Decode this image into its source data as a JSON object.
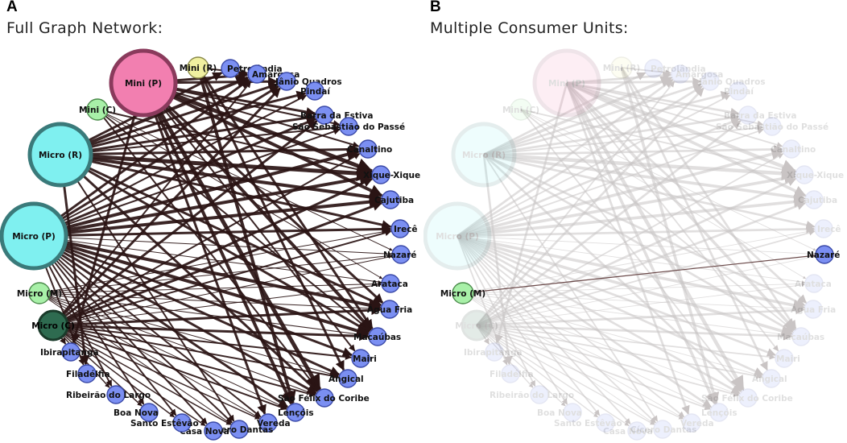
{
  "panels": [
    {
      "letter": "A",
      "title": "Full Graph Network:"
    },
    {
      "letter": "B",
      "title": "Multiple Consumer Units:"
    }
  ],
  "colors": {
    "edge_full": "#2a1414",
    "edge_faded": "#c9c4c4",
    "edge_highlight": "#6b4a4a",
    "municipality_fill": "#7b8ff2",
    "municipality_stroke": "#3b4aa8"
  },
  "nodes": [
    {
      "id": "mini_p",
      "label": "Mini (P)",
      "fill": "#f27fb0",
      "stroke": "#8a3a5c",
      "size": "xl"
    },
    {
      "id": "mini_r",
      "label": "Mini (R)",
      "fill": "#f0f0a0",
      "stroke": "#8a8a4a",
      "size": "sm"
    },
    {
      "id": "mini_c",
      "label": "Mini (C)",
      "fill": "#a8f0a8",
      "stroke": "#4a8a4a",
      "size": "sm"
    },
    {
      "id": "micro_r",
      "label": "Micro (R)",
      "fill": "#7ff0f0",
      "stroke": "#3a7a7a",
      "size": "lg"
    },
    {
      "id": "micro_p",
      "label": "Micro (P)",
      "fill": "#7ff0f0",
      "stroke": "#3a7a7a",
      "size": "xl"
    },
    {
      "id": "micro_m",
      "label": "Micro (M)",
      "fill": "#a8f0a8",
      "stroke": "#4a8a4a",
      "size": "sm"
    },
    {
      "id": "micro_c",
      "label": "Micro (C)",
      "fill": "#2e6b50",
      "stroke": "#1a3a2a",
      "size": "md"
    },
    {
      "id": "rolandia",
      "label": "Petrolândia",
      "fill": "#7b8ff2",
      "stroke": "#3b4aa8",
      "size": "xs"
    },
    {
      "id": "amargosa",
      "label": "Amargosa",
      "fill": "#7b8ff2",
      "stroke": "#3b4aa8",
      "size": "xs"
    },
    {
      "id": "jq",
      "label": "Jânio Quadros",
      "fill": "#7b8ff2",
      "stroke": "#3b4aa8",
      "size": "xs"
    },
    {
      "id": "pindai",
      "label": "Pindaí",
      "fill": "#7b8ff2",
      "stroke": "#3b4aa8",
      "size": "xs"
    },
    {
      "id": "estiva",
      "label": "Barra da Estiva",
      "fill": "#7b8ff2",
      "stroke": "#3b4aa8",
      "size": "xs"
    },
    {
      "id": "passe",
      "label": "São Sebastião do Passé",
      "fill": "#7b8ff2",
      "stroke": "#3b4aa8",
      "size": "xs"
    },
    {
      "id": "canaltino",
      "label": "Canaltino",
      "fill": "#7b8ff2",
      "stroke": "#3b4aa8",
      "size": "xs"
    },
    {
      "id": "xique",
      "label": "Xique-Xique",
      "fill": "#7b8ff2",
      "stroke": "#3b4aa8",
      "size": "xs"
    },
    {
      "id": "cajutiba",
      "label": "Cajutiba",
      "fill": "#7b8ff2",
      "stroke": "#3b4aa8",
      "size": "xs"
    },
    {
      "id": "irece",
      "label": "Irecê",
      "fill": "#7b8ff2",
      "stroke": "#3b4aa8",
      "size": "xs"
    },
    {
      "id": "nazare",
      "label": "Nazaré",
      "fill": "#7b8ff2",
      "stroke": "#3b4aa8",
      "size": "xs"
    },
    {
      "id": "aratuca",
      "label": "Arataca",
      "fill": "#7b8ff2",
      "stroke": "#3b4aa8",
      "size": "xs"
    },
    {
      "id": "aguafria",
      "label": "Água Fria",
      "fill": "#7b8ff2",
      "stroke": "#3b4aa8",
      "size": "xs"
    },
    {
      "id": "macaubas",
      "label": "Macaúbas",
      "fill": "#7b8ff2",
      "stroke": "#3b4aa8",
      "size": "xs"
    },
    {
      "id": "mairi",
      "label": "Mairi",
      "fill": "#7b8ff2",
      "stroke": "#3b4aa8",
      "size": "xs"
    },
    {
      "id": "angical",
      "label": "Angical",
      "fill": "#7b8ff2",
      "stroke": "#3b4aa8",
      "size": "xs"
    },
    {
      "id": "coribe",
      "label": "São Félix do Coribe",
      "fill": "#7b8ff2",
      "stroke": "#3b4aa8",
      "size": "xs"
    },
    {
      "id": "lencois",
      "label": "Lençóis",
      "fill": "#7b8ff2",
      "stroke": "#3b4aa8",
      "size": "xs"
    },
    {
      "id": "vereda",
      "label": "Vereda",
      "fill": "#7b8ff2",
      "stroke": "#3b4aa8",
      "size": "xs"
    },
    {
      "id": "dantas",
      "label": "Cícero Dantas",
      "fill": "#7b8ff2",
      "stroke": "#3b4aa8",
      "size": "xs"
    },
    {
      "id": "casanova",
      "label": "Casa Nova",
      "fill": "#7b8ff2",
      "stroke": "#3b4aa8",
      "size": "xs"
    },
    {
      "id": "estevao",
      "label": "Santo Estêvão",
      "fill": "#7b8ff2",
      "stroke": "#3b4aa8",
      "size": "xs"
    },
    {
      "id": "boanova",
      "label": "Boa Nova",
      "fill": "#7b8ff2",
      "stroke": "#3b4aa8",
      "size": "xs"
    },
    {
      "id": "largo",
      "label": "Ribeirão do Largo",
      "fill": "#7b8ff2",
      "stroke": "#3b4aa8",
      "size": "xs"
    },
    {
      "id": "filadelfia",
      "label": "Filadélfia",
      "fill": "#7b8ff2",
      "stroke": "#3b4aa8",
      "size": "xs"
    },
    {
      "id": "ibirapita",
      "label": "Ibirapitanga",
      "fill": "#7b8ff2",
      "stroke": "#3b4aa8",
      "size": "xs"
    }
  ],
  "highlight": {
    "sources": [
      "micro_m"
    ],
    "targets": [
      "nazare"
    ]
  }
}
